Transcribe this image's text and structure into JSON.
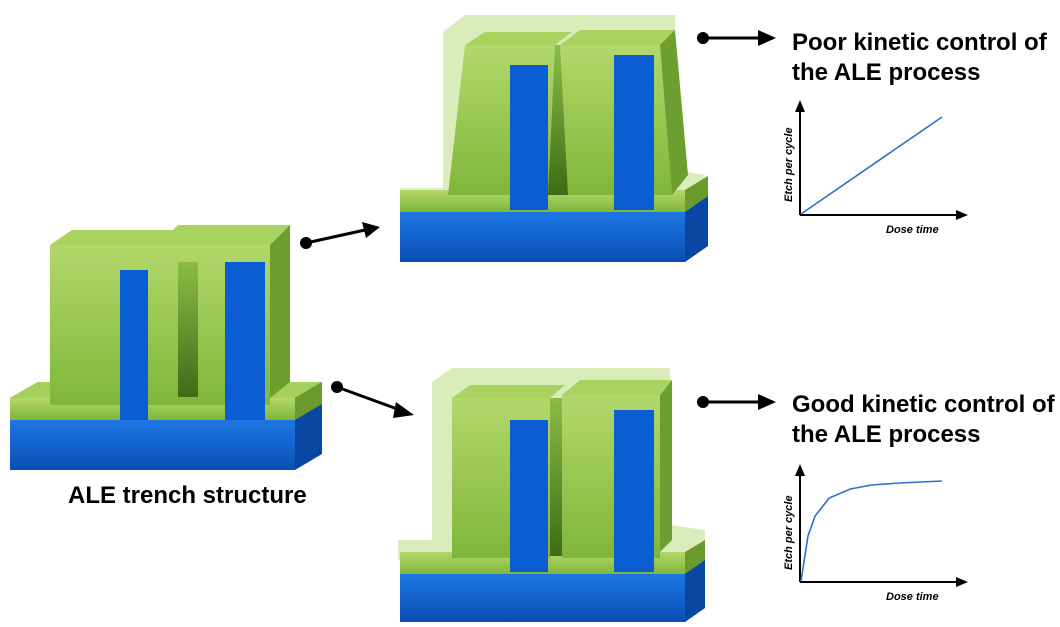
{
  "structure_caption": "ALE trench structure",
  "poor": {
    "title_line1": "Poor kinetic control of",
    "title_line2": "the ALE process",
    "xlabel": "Dose time",
    "ylabel": "Etch per cycle"
  },
  "good": {
    "title_line1": "Good kinetic control of",
    "title_line2": "the ALE process",
    "xlabel": "Dose time",
    "ylabel": "Etch per cycle"
  },
  "colors": {
    "substrate": "#0b5ed1",
    "film": "#8fc442",
    "film_dark": "#4f7a1f",
    "film_light": "#b9dc7e",
    "etched_ghost": "#d6eab2",
    "curve": "#2a72c6"
  },
  "chart_data": [
    {
      "type": "line",
      "title": "",
      "xlabel": "Dose time",
      "ylabel": "Etch per cycle",
      "series": [
        {
          "x": [
            0,
            1
          ],
          "y": [
            0,
            1
          ]
        }
      ]
    },
    {
      "type": "line",
      "title": "",
      "xlabel": "Dose time",
      "ylabel": "Etch per cycle",
      "series": [
        {
          "x": [
            0,
            0.05,
            0.1,
            0.2,
            0.35,
            0.5,
            0.7,
            1.0
          ],
          "y": [
            0,
            0.45,
            0.65,
            0.83,
            0.92,
            0.96,
            0.98,
            1.0
          ]
        }
      ]
    }
  ]
}
